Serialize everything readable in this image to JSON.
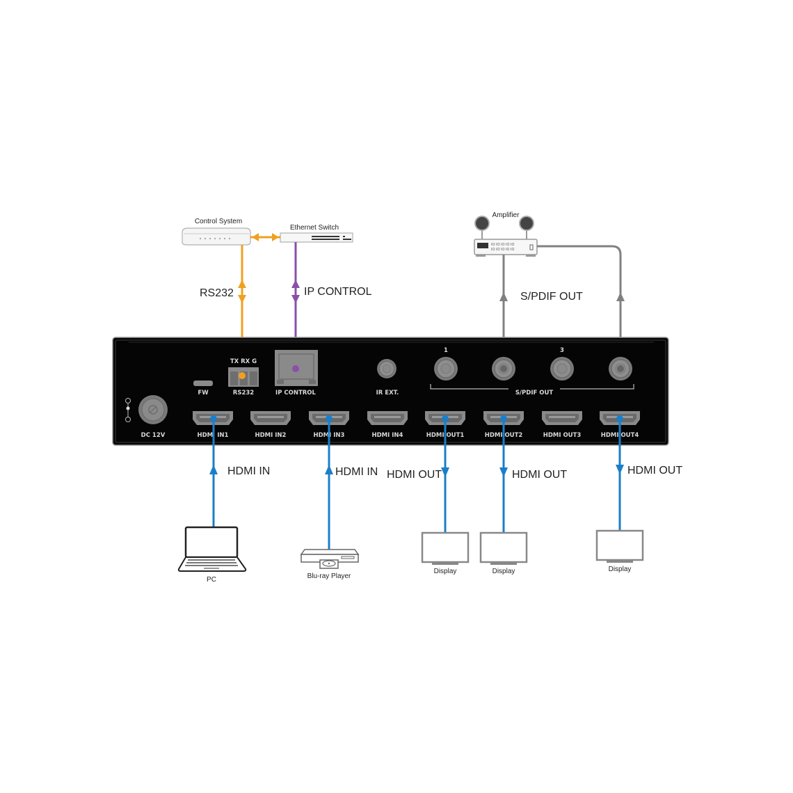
{
  "title": "HDMI Matrix Connection Diagram",
  "colors": {
    "rs232": "#f0a020",
    "ip_control": "#8a4fa8",
    "hdmi": "#1a7fc8",
    "spdif": "#808080",
    "chassis": "#050505",
    "port": "#8a8a8a"
  },
  "devices": {
    "control_system": "Control System",
    "ethernet_switch": "Ethernet Switch",
    "amplifier": "Amplifier",
    "pc": "PC",
    "bluray": "Blu-ray Player",
    "display_1": "Display",
    "display_2": "Display",
    "display_3": "Display"
  },
  "connections": {
    "rs232": "RS232",
    "ip_control": "IP CONTROL",
    "spdif_out": "S/PDIF OUT",
    "hdmi_in_1": "HDMI IN",
    "hdmi_in_2": "HDMI IN",
    "hdmi_out_1": "HDMI OUT",
    "hdmi_out_2": "HDMI OUT",
    "hdmi_out_3": "HDMI OUT"
  },
  "panel": {
    "fw": "FW",
    "rs232": "RS232",
    "rs232_pins": "TX RX G",
    "ip_control": "IP CONTROL",
    "ir_ext": "IR EXT.",
    "spdif_group": "S/PDIF OUT",
    "spdif_1": "1",
    "spdif_3": "3",
    "dc": "DC 12V",
    "hdmi_ports": [
      "HDMI IN1",
      "HDMI IN2",
      "HDMI IN3",
      "HDMI IN4",
      "HDMI OUT1",
      "HDMI OUT2",
      "HDMI OUT3",
      "HDMI OUT4"
    ]
  }
}
